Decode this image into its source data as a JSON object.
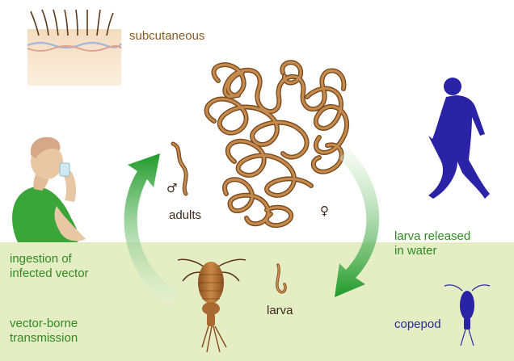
{
  "labels": {
    "subcutaneous": "subcutaneous",
    "adults": "adults",
    "male_symbol": "♂",
    "female_symbol": "♀",
    "larva_released_line1": "larva released",
    "larva_released_line2": "in water",
    "ingestion_line1": "ingestion of",
    "ingestion_line2": "infected vector",
    "larva": "larva",
    "vector_borne_line1": "vector-borne",
    "vector_borne_line2": "transmission",
    "copepod": "copepod"
  },
  "icons": {
    "skin": "skin-cross-section-icon",
    "worm_mass": "worm-mass-icon",
    "male_worm": "male-worm-icon",
    "walking_person": "walking-person-icon",
    "drinking_person": "drinking-person-icon",
    "copepod": "copepod-icon",
    "larva": "larva-icon"
  },
  "colors": {
    "water_band": "#e5edc4",
    "arrow_green": "#2aa02a",
    "worm_brown": "#b5763a",
    "person_blue": "#2a23a6",
    "label_green": "#2e8b20",
    "label_brown": "#8a5a20"
  }
}
